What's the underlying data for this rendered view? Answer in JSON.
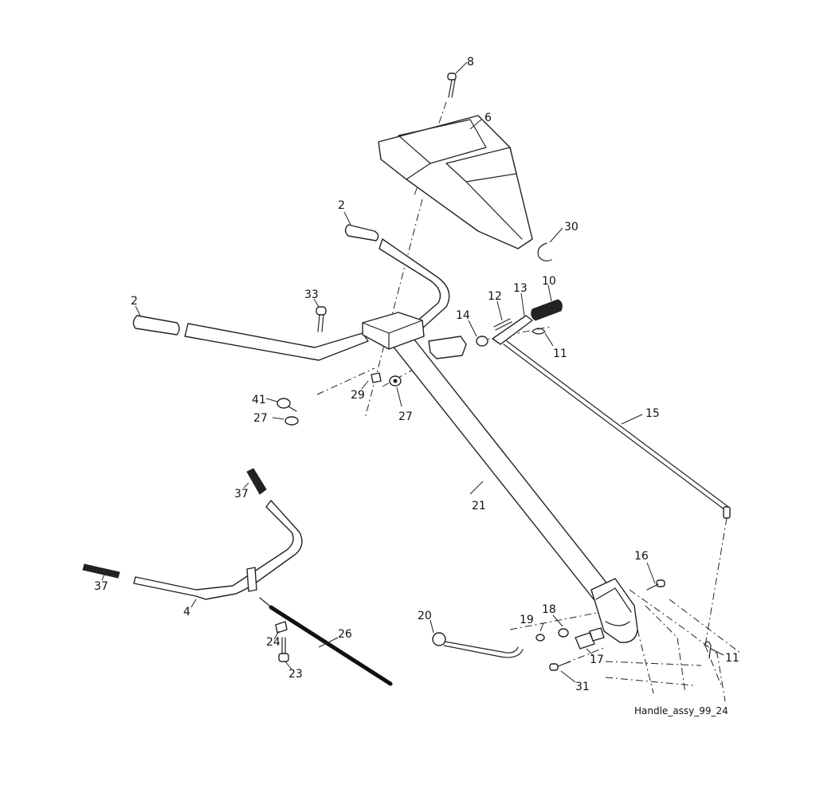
{
  "labels": [
    {
      "id": "8",
      "text": "8"
    },
    {
      "id": "6",
      "text": "6"
    },
    {
      "id": "2a",
      "text": "2"
    },
    {
      "id": "30",
      "text": "30"
    },
    {
      "id": "10",
      "text": "10"
    },
    {
      "id": "13",
      "text": "13"
    },
    {
      "id": "12",
      "text": "12"
    },
    {
      "id": "33",
      "text": "33"
    },
    {
      "id": "2b",
      "text": "2"
    },
    {
      "id": "14",
      "text": "14"
    },
    {
      "id": "11a",
      "text": "11"
    },
    {
      "id": "15",
      "text": "15"
    },
    {
      "id": "41",
      "text": "41"
    },
    {
      "id": "29",
      "text": "29"
    },
    {
      "id": "27a",
      "text": "27"
    },
    {
      "id": "27b",
      "text": "27"
    },
    {
      "id": "37a",
      "text": "37"
    },
    {
      "id": "21",
      "text": "21"
    },
    {
      "id": "37b",
      "text": "37"
    },
    {
      "id": "4",
      "text": "4"
    },
    {
      "id": "16",
      "text": "16"
    },
    {
      "id": "20",
      "text": "20"
    },
    {
      "id": "18",
      "text": "18"
    },
    {
      "id": "19",
      "text": "19"
    },
    {
      "id": "26",
      "text": "26"
    },
    {
      "id": "24",
      "text": "24"
    },
    {
      "id": "17",
      "text": "17"
    },
    {
      "id": "11b",
      "text": "11"
    },
    {
      "id": "23",
      "text": "23"
    },
    {
      "id": "31",
      "text": "31"
    }
  ],
  "caption": "Handle_assy_99_24"
}
